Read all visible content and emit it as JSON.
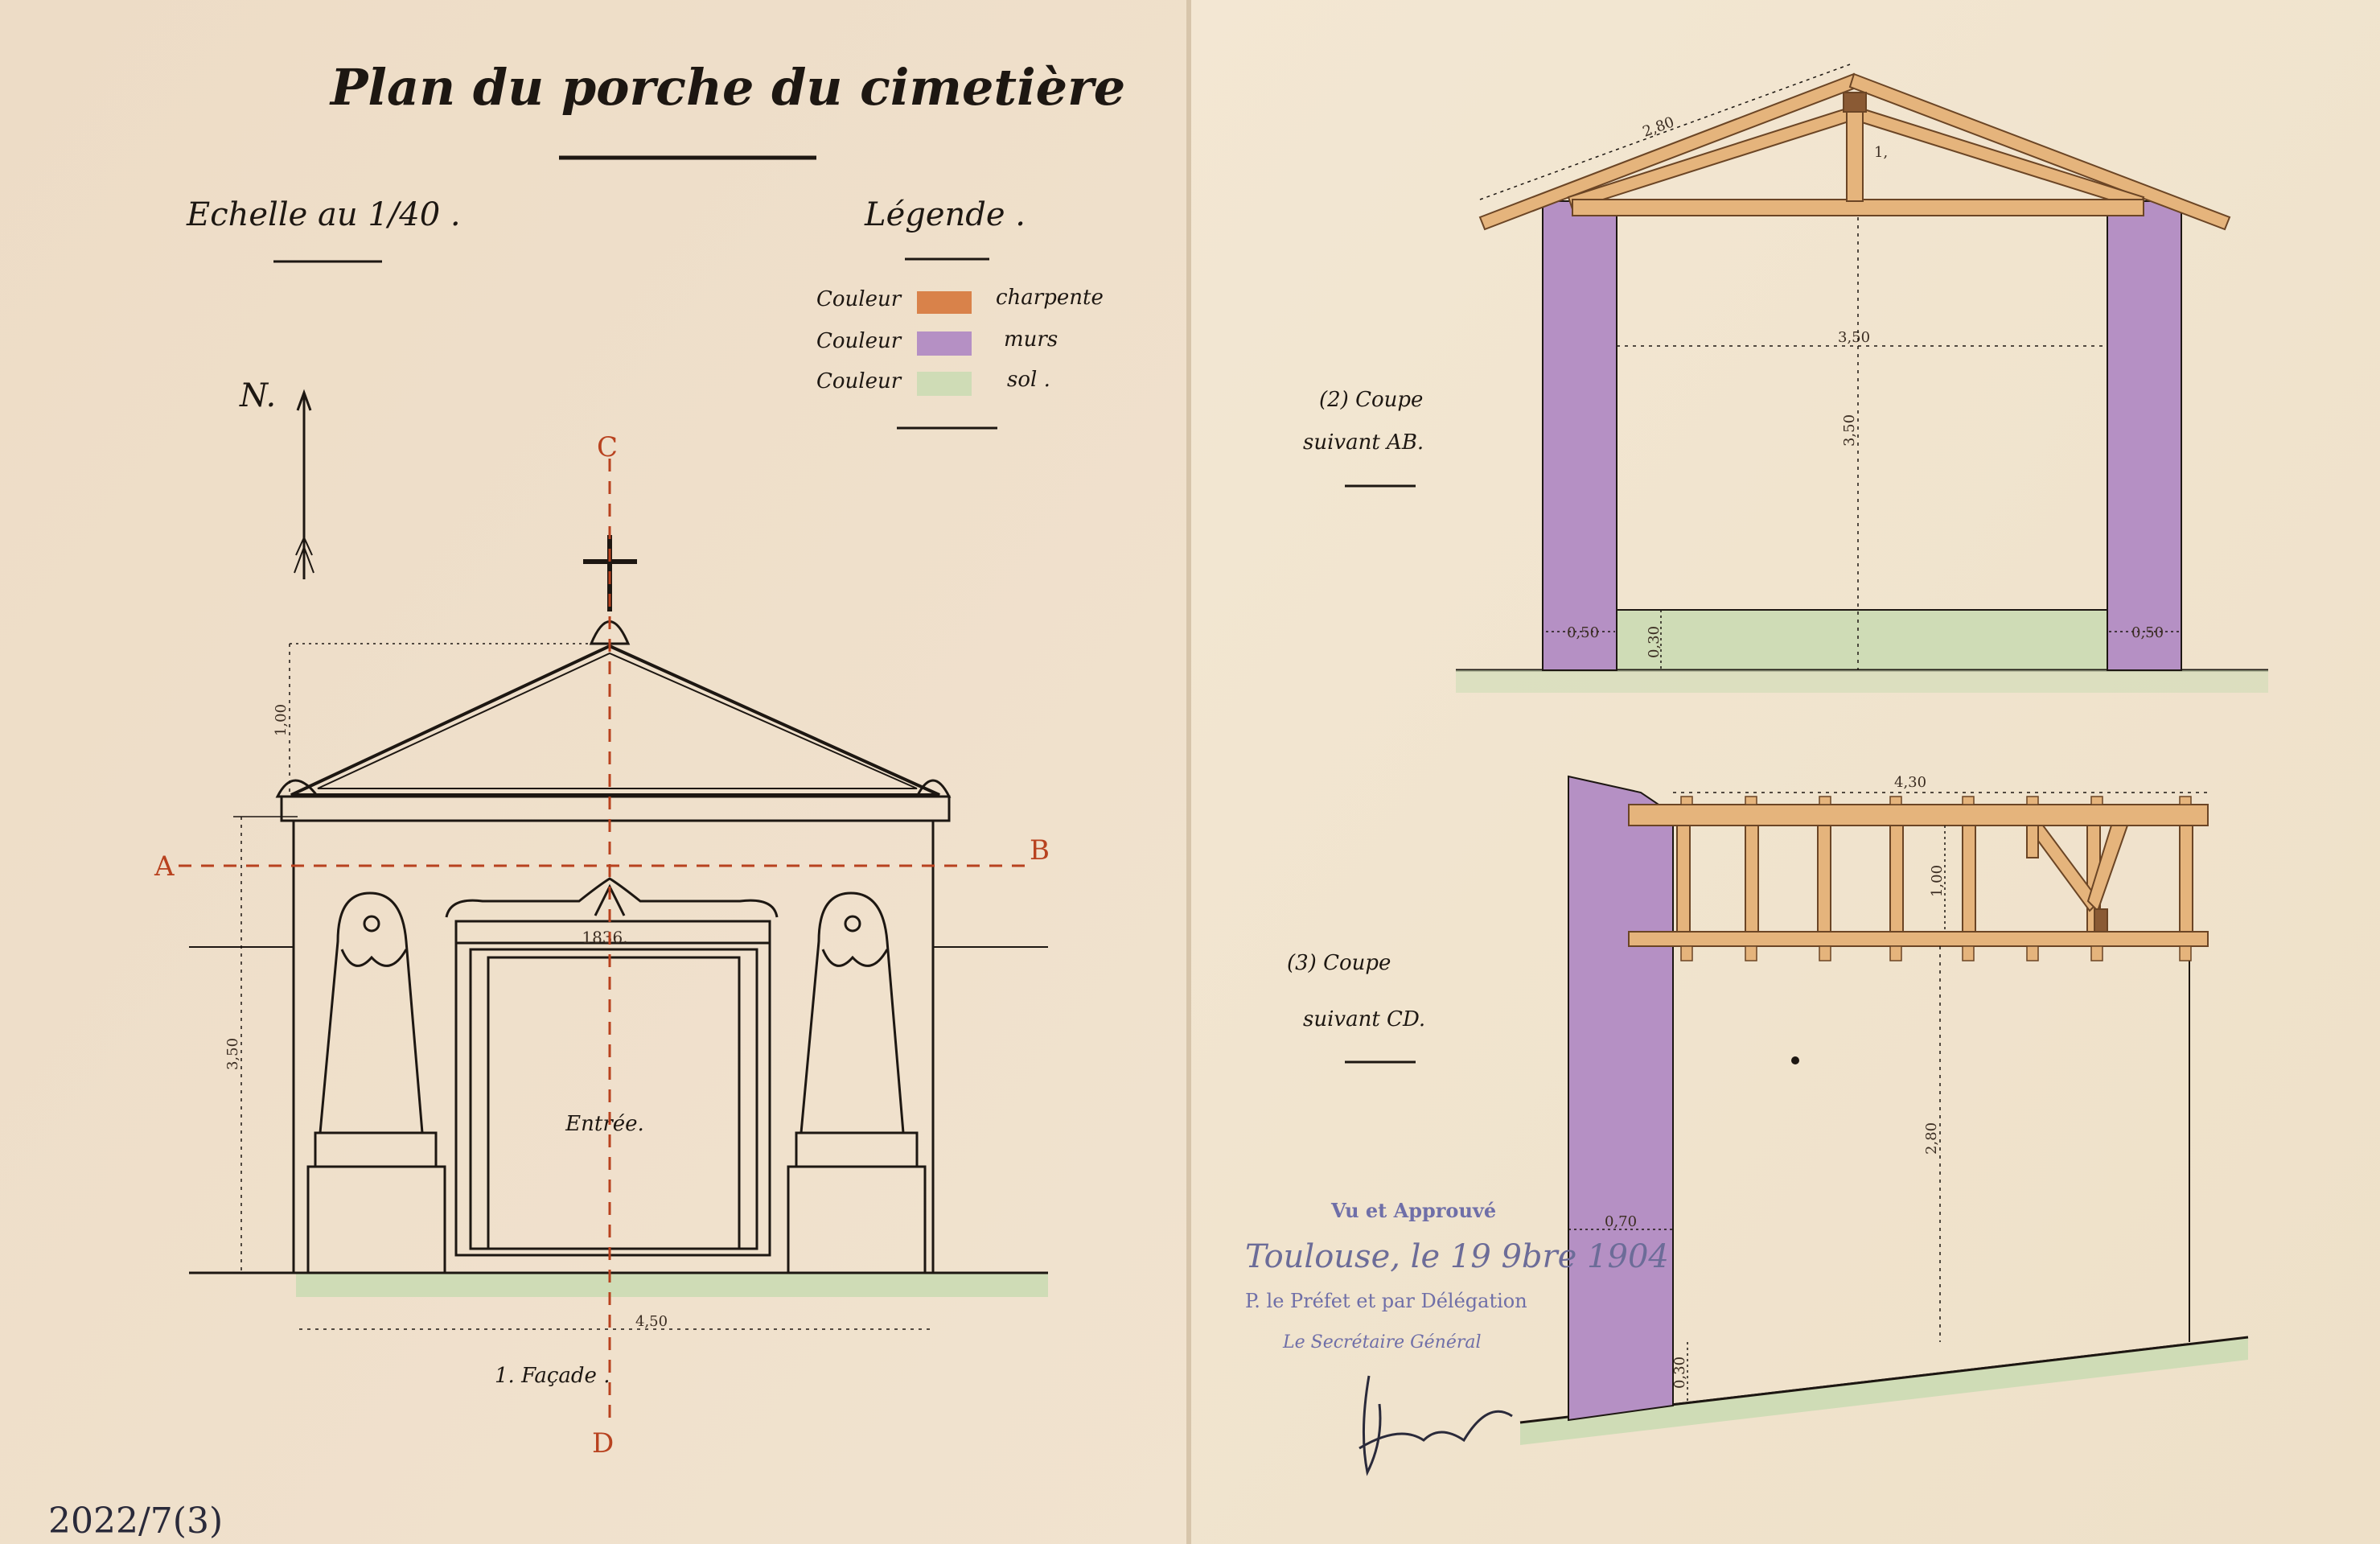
{
  "title": "Plan du porche du cimetière",
  "scale": "Echelle au 1/40 .",
  "legend": {
    "heading": "Légende .",
    "items": [
      {
        "label": "Couleur",
        "meaning": "charpente",
        "color": "#d9824a"
      },
      {
        "label": "Couleur",
        "meaning": "murs",
        "color": "#b590c4"
      },
      {
        "label": "Couleur",
        "meaning": "sol .",
        "color": "#cfdcb6"
      }
    ]
  },
  "north": "N.",
  "facade": {
    "caption": "1. Façade .",
    "entry": "Entrée.",
    "year": "1836.",
    "dims": {
      "width": "4,50",
      "height": "3,50",
      "gable": "1,00"
    },
    "axis_labels": {
      "a": "A",
      "b": "B",
      "c": "C",
      "d": "D"
    }
  },
  "section_ab": {
    "caption": "(2) Coupe",
    "caption2": "suivant AB.",
    "dims": {
      "slope": "2,80",
      "king": "1,",
      "span": "3,50",
      "height": "3,50",
      "wall_left": "0,50",
      "wall_right": "0,50",
      "floor": "0,30"
    }
  },
  "section_cd": {
    "caption": "(3) Coupe",
    "caption2": "suivant CD.",
    "dims": {
      "length": "4,30",
      "frame": "1,00",
      "height": "2,80",
      "wall": "0,70",
      "floor": "0,30"
    }
  },
  "stamp": {
    "line1": "Vu et Approuvé",
    "line2": "Toulouse, le 19 9bre 1904",
    "line3": "P. le Préfet et par Délégation",
    "line4": "Le Secrétaire Général"
  },
  "archive_id": "2022/7(3)",
  "colors": {
    "paper": "#efe3cf",
    "charpente": "#d9824a",
    "murs": "#b590c4",
    "sol": "#cfdcb6",
    "axis": "#b8421f",
    "ink": "#1d1712"
  }
}
